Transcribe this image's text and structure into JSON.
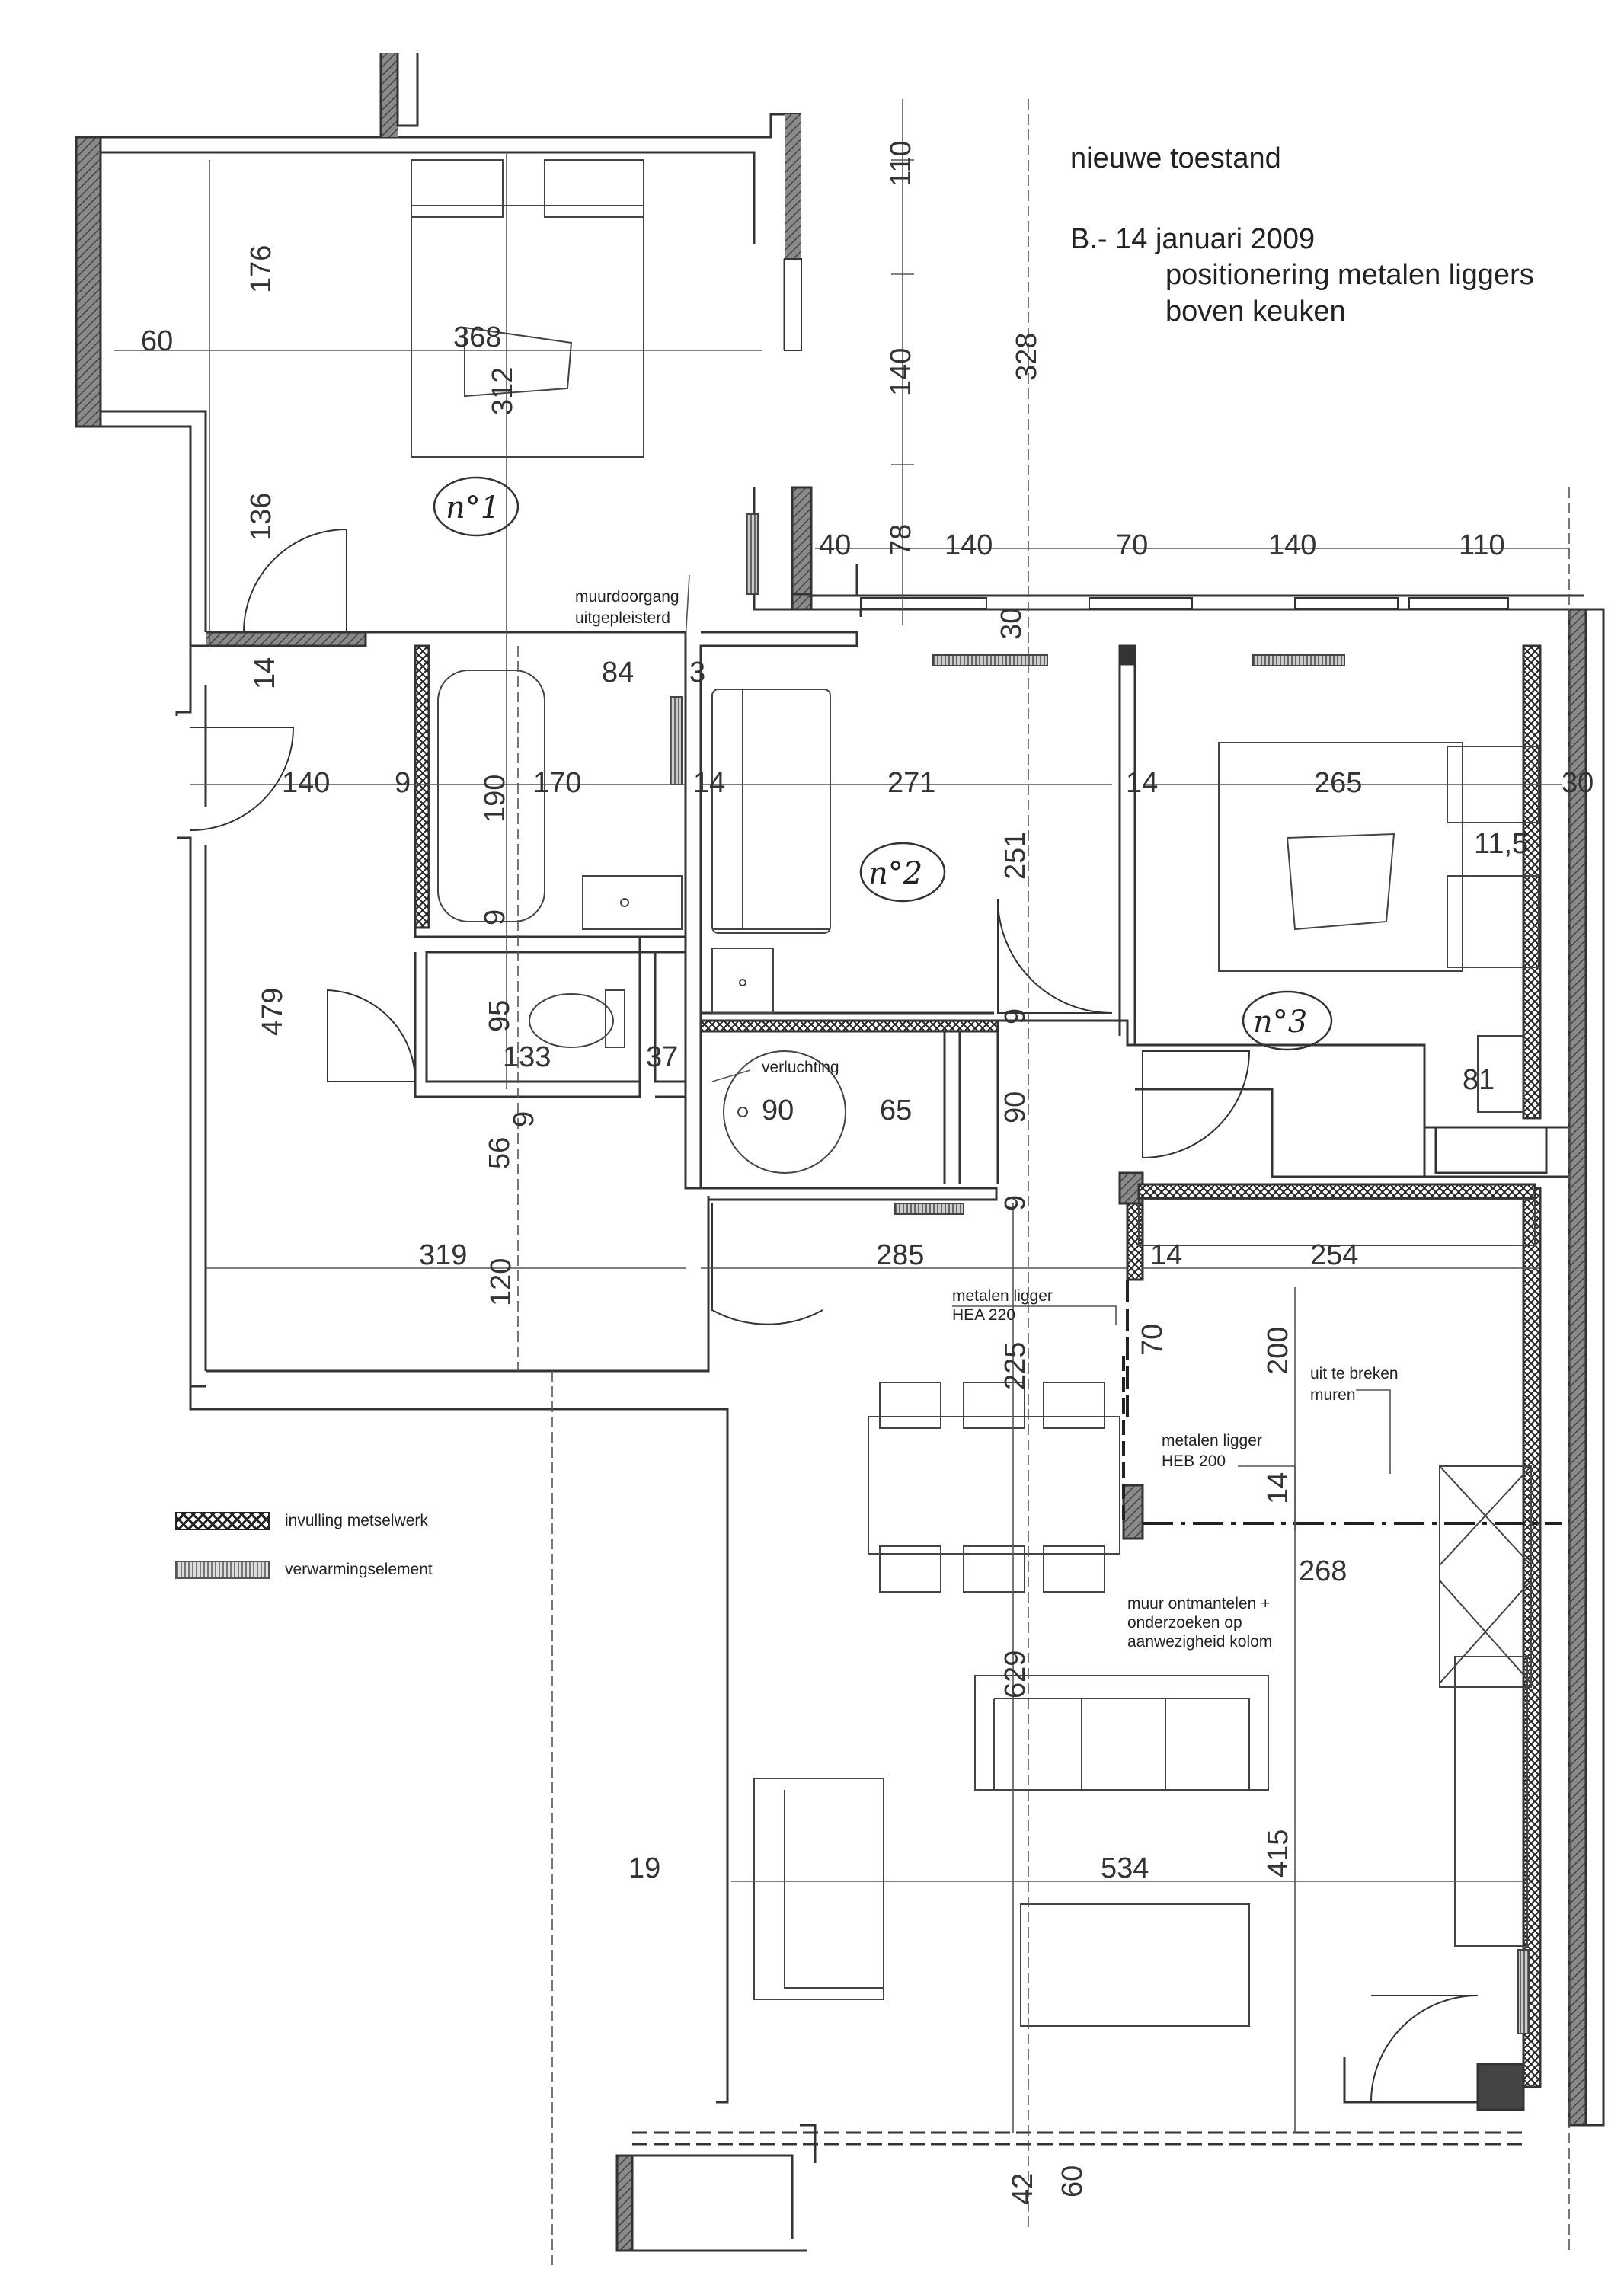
{
  "title": "nieuwe toestand",
  "subtitle": {
    "line1": "B.- 14 januari 2009",
    "line2": "positionering metalen liggers",
    "line3": "boven keuken"
  },
  "rooms": {
    "r1": "n°1",
    "r2": "n°2",
    "r3": "n°3"
  },
  "notes": {
    "doorgang_1": "muurdoorgang",
    "doorgang_2": "uitgepleisterd",
    "verluchting": "verluchting",
    "hea_1": "metalen ligger",
    "hea_2": "HEA 220",
    "heb_1": "metalen ligger",
    "heb_2": "HEB 200",
    "uit_1": "uit te breken",
    "uit_2": "muren",
    "muur_1": "muur ontmantelen +",
    "muur_2": "onderzoeken op",
    "muur_3": "aanwezigheid kolom"
  },
  "legend": {
    "item1": "invulling metselwerk",
    "item2": "verwarmingselement"
  },
  "dimensions": {
    "d110a": "110",
    "d140a": "140",
    "d328": "328",
    "d176": "176",
    "d60": "60",
    "d368": "368",
    "d312": "312",
    "d136": "136",
    "d40": "40",
    "d78": "78",
    "d140b": "140",
    "d70a": "70",
    "d140c": "140",
    "d110b": "110",
    "d30a": "30",
    "d14a": "14",
    "d84": "84",
    "d3": "3",
    "d140d": "140",
    "d9a": "9",
    "d190": "190",
    "d170": "170",
    "d14b": "14",
    "d271": "271",
    "d14c": "14",
    "d265": "265",
    "d30b": "30",
    "d11": "11,5",
    "d9b": "9",
    "d251": "251",
    "d479": "479",
    "d95": "95",
    "d133": "133",
    "d37": "37",
    "d9c": "9",
    "d90a": "90",
    "d65": "65",
    "d90b": "90",
    "d81": "81",
    "d9d": "9",
    "d56": "56",
    "d9e": "9",
    "d319": "319",
    "d285": "285",
    "d14d": "14",
    "d254": "254",
    "d120": "120",
    "d70b": "70",
    "d225": "225",
    "d200": "200",
    "d14e": "14",
    "d268": "268",
    "d629": "629",
    "d19": "19",
    "d534": "534",
    "d415": "415",
    "d42": "42",
    "d60b": "60"
  },
  "colors": {
    "wall": "#555555",
    "line": "#333333",
    "hatch": "#222222"
  }
}
